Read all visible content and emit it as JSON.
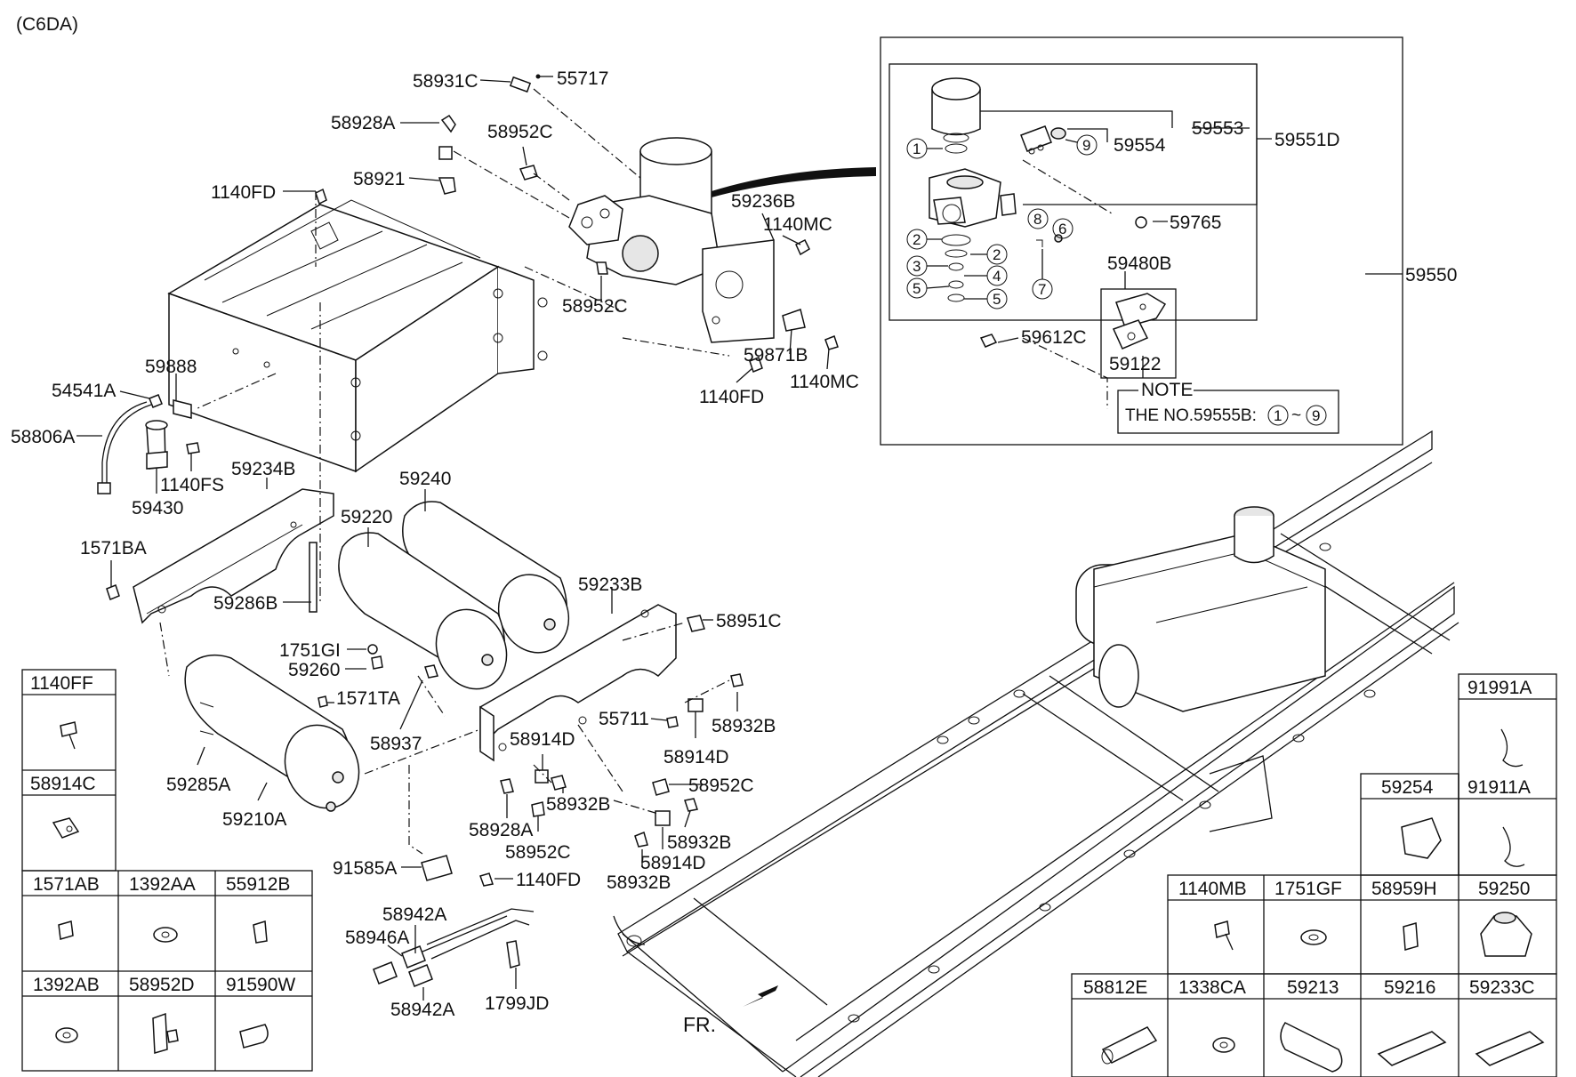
{
  "header": {
    "code": "(C6DA)"
  },
  "labels": {
    "p58931C": "58931C",
    "p55717": "55717",
    "p58928A_top": "58928A",
    "p58952C_top": "58952C",
    "p58921": "58921",
    "p1140FD_top": "1140FD",
    "p59236B": "59236B",
    "p1140MC_a": "1140MC",
    "p58952C_mid": "58952C",
    "p59871B": "59871B",
    "p1140MC_b": "1140MC",
    "p1140FD_mid": "1140FD",
    "p59888": "59888",
    "p54541A": "54541A",
    "p58806A": "58806A",
    "p1140FS": "1140FS",
    "p59430": "59430",
    "p59234B": "59234B",
    "p59240": "59240",
    "p59220": "59220",
    "p1571BA": "1571BA",
    "p59286B": "59286B",
    "p59233B": "59233B",
    "p58951C": "58951C",
    "p1751GI": "1751GI",
    "p59260": "59260",
    "p1571TA": "1571TA",
    "p58937": "58937",
    "p55711": "55711",
    "p58932B_a": "58932B",
    "p58914D_a": "58914D",
    "p58914D_b": "58914D",
    "p59285A": "59285A",
    "p59210A": "59210A",
    "p58932B_b": "58932B",
    "p58952C_c": "58952C",
    "p58928A_b": "58928A",
    "p58932B_c": "58932B",
    "p58952C_d": "58952C",
    "p58914D_c": "58914D",
    "p58932B_d": "58932B",
    "p91585A": "91585A",
    "p1140FD_bot": "1140FD",
    "p58942A_a": "58942A",
    "p58946A": "58946A",
    "p58942A_b": "58942A",
    "p1799JD": "1799JD",
    "fr": "FR."
  },
  "inset": {
    "p59553": "59553",
    "p59554": "59554",
    "p59551D": "59551D",
    "p59765": "59765",
    "p59480B": "59480B",
    "p59550": "59550",
    "p59612C": "59612C",
    "p59122": "59122",
    "note_title": "NOTE",
    "note_text": "THE NO.59555B:",
    "note_from": "1",
    "note_tilde": "~",
    "note_to": "9",
    "c1": "1",
    "c2a": "2",
    "c2b": "2",
    "c3": "3",
    "c4": "4",
    "c5a": "5",
    "c5b": "5",
    "c6": "6",
    "c7": "7",
    "c8": "8",
    "c9": "9"
  },
  "left_table": {
    "h1140FF": "1140FF",
    "h58914C": "58914C",
    "h1571AB": "1571AB",
    "h1392AA": "1392AA",
    "h55912B": "55912B",
    "h1392AB": "1392AB",
    "h58952D": "58952D",
    "h91590W": "91590W"
  },
  "right_table": {
    "h91991A": "91991A",
    "h59254": "59254",
    "h91911A": "91911A",
    "h1140MB": "1140MB",
    "h1751GF": "1751GF",
    "h58959H": "58959H",
    "h59250": "59250",
    "h58812E": "58812E",
    "h1338CA": "1338CA",
    "h59213": "59213",
    "h59216": "59216",
    "h59233C": "59233C"
  }
}
